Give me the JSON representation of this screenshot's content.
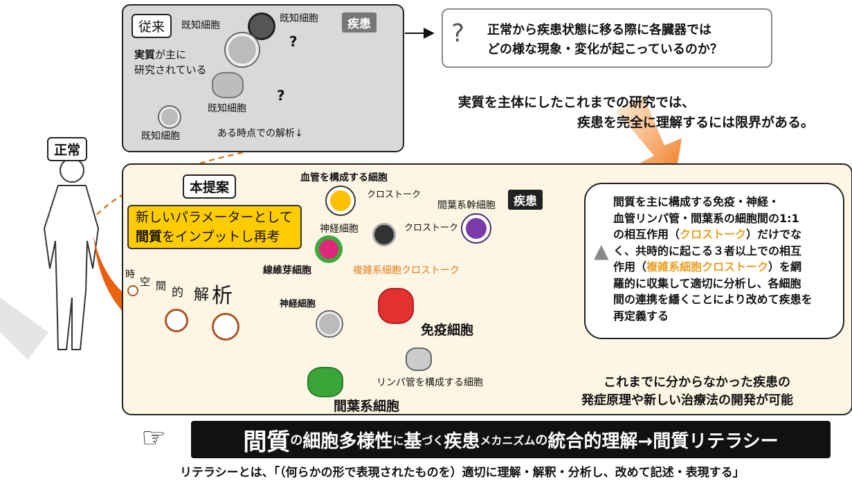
{
  "top": {
    "tag": "従来",
    "known_cell_a": "既知細胞",
    "known_cell_b": "既知細胞",
    "known_cell_c": "既知細胞",
    "known_cell_d": "既知細胞",
    "desc_bold": "実質",
    "desc_rest1": "が主に",
    "desc_rest2": "研究されている",
    "q1": "?",
    "q2": "?",
    "disease": "疾患",
    "timepoint": "ある時点での解析↓"
  },
  "question": {
    "line1": "正常から疾患状態に移る際に各臓器では",
    "line2": "どの様な現象・変化が起こっているのか？"
  },
  "limit": {
    "line1": "実質を主体にしたこれまでの研究では、",
    "line2": "疾患を完全に理解するには限界がある。"
  },
  "normal_label": "正常",
  "proposal": {
    "tag": "本提案",
    "input_line1": "新しいパラメーターとして",
    "input_bold": "間質",
    "input_line2_rest": "をインプットし再考",
    "spatio": [
      "時",
      "空",
      "間",
      "的",
      "解",
      "析"
    ],
    "vessel_cell": "血管を構成する細胞",
    "crosstalk1": "クロストーク",
    "crosstalk2": "クロストーク",
    "mesenchymal_stem": "間葉系幹細胞",
    "nerve_cell_top": "神経細胞",
    "fibroblast": "線維芽細胞",
    "complex_crosstalk": "複雑系細胞クロストーク",
    "nerve_cell_low": "神経細胞",
    "immune_cell": "免疫細胞",
    "lymph_cell": "リンパ管を構成する細胞",
    "mesenchymal_cell": "間葉系細胞",
    "disease": "疾患"
  },
  "right_box": {
    "lines": [
      "間質を主に構成する免疫・神経・",
      "血管リンパ管・間葉系の細胞間の1:1",
      "の相互作用（",
      "）だけでな",
      "く、共時的に起こる３者以上での相互",
      "作用（",
      "）を網",
      "羅的に収集して適切に分析し、各細胞",
      "間の連携を繙くことにより改めて疾患を",
      "再定義する"
    ],
    "highlight1": "クロストーク",
    "highlight2": "複雑系細胞クロストーク"
  },
  "outcome": {
    "line1": "これまでに分からなかった疾患の",
    "line2": "発症原理や新しい治療法の開発が可能"
  },
  "banner": {
    "hand": "☞",
    "p1": "間質",
    "p2": "の",
    "p3": "細胞多様性",
    "p4": "に",
    "p5": "基",
    "p6": "づく",
    "p7": "疾患",
    "p8": "メカニズム",
    "p9": "の",
    "p10": "統合的理解→間質リテラシー"
  },
  "footer": "リテラシーとは、「（何らかの形で表現されたものを）適切に理解・解釈・分析し、改めて記述・表現する」",
  "colors": {
    "orange": "#f08a24",
    "yellow": "#ffcc00",
    "highlight": "#e8a020",
    "panel_top": "#d9d9d9",
    "panel_main": "#fdf6e4"
  }
}
